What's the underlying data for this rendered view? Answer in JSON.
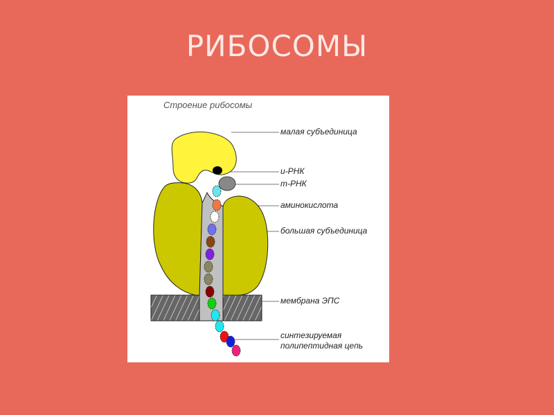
{
  "slide": {
    "title": "РИБОСОМЫ",
    "background_color": "#E8685A"
  },
  "diagram": {
    "caption": "Строение рибосомы",
    "labels": {
      "small_subunit": "малая субъединица",
      "i_rna": "и-РНК",
      "t_rna": "т-РНК",
      "amino_acid": "аминокислота",
      "large_subunit": "большая субъединица",
      "er_membrane": "мембрана ЭПС",
      "polypeptide_line1": "синтезируемая",
      "polypeptide_line2": "полипептидная цепь"
    },
    "colors": {
      "small_subunit": "#FFF33B",
      "large_subunit": "#CCC800",
      "channel": "#C0C0C0",
      "membrane": "#666666"
    },
    "chain_beads": [
      "#66E6F0",
      "#F07840",
      "#D8D8D8",
      "#7070F0",
      "#8B4513",
      "#8020E0",
      "#8A8660",
      "#8A8660",
      "#8B0000",
      "#10D010",
      "#20E8F0",
      "#20E8F0",
      "#F01010",
      "#1020E0",
      "#F02080"
    ]
  }
}
